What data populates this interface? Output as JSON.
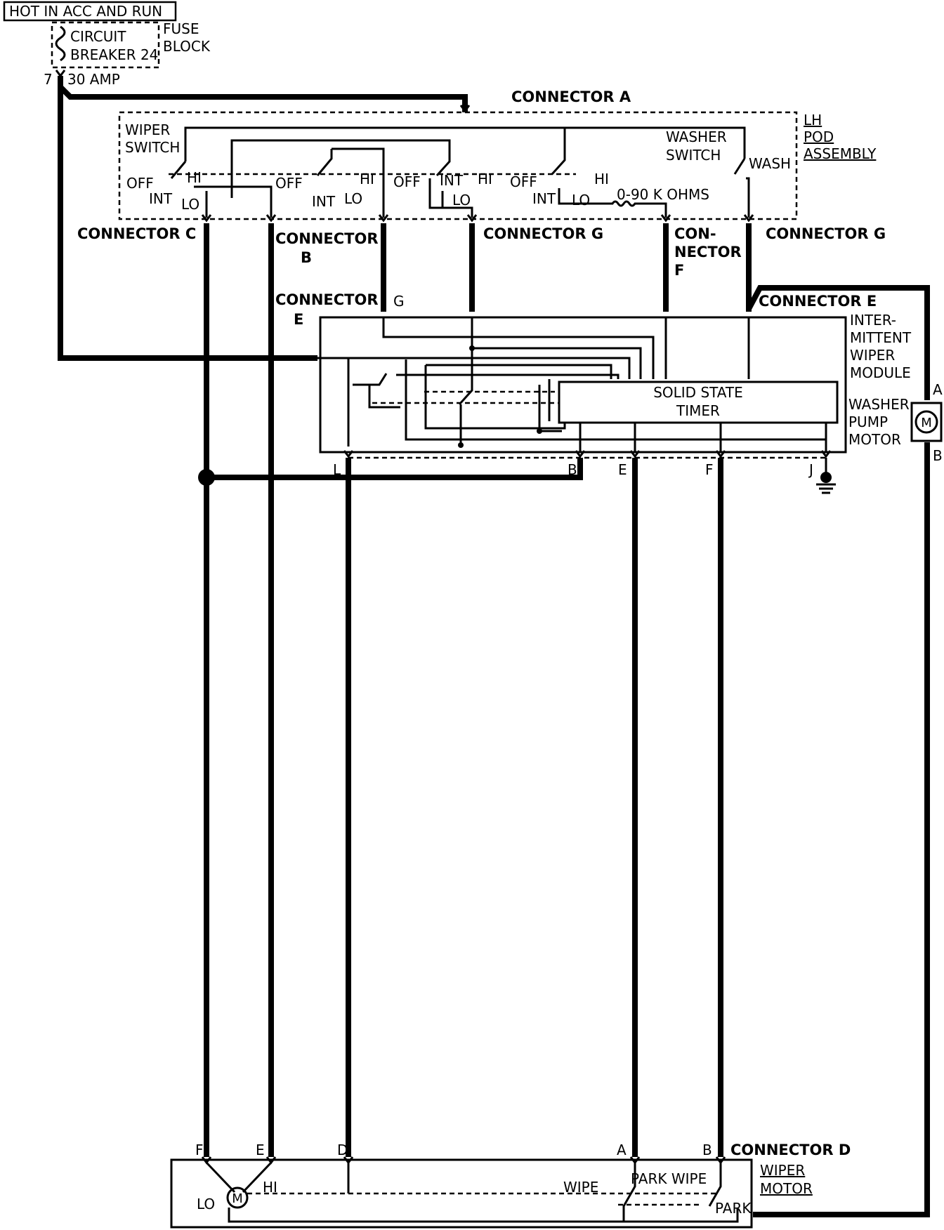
{
  "supply": {
    "hot_label": "HOT IN ACC AND RUN",
    "breaker_line1": "CIRCUIT",
    "breaker_line2": "BREAKER 24",
    "fuse_line1": "FUSE",
    "fuse_line2": "BLOCK",
    "pin": "7",
    "amp": "30 AMP"
  },
  "pod": {
    "connector_a": "CONNECTOR A",
    "title_line1": "LH",
    "title_line2": "POD",
    "title_line3": "ASSEMBLY",
    "wiper_switch_line1": "WIPER",
    "wiper_switch_line2": "SWITCH",
    "washer_switch_line1": "WASHER",
    "washer_switch_line2": "SWITCH",
    "wash": "WASH",
    "off": "OFF",
    "int": "INT",
    "hi": "HI",
    "lo": "LO",
    "resistor": "0-90 K OHMS"
  },
  "connectors": {
    "c": "CONNECTOR C",
    "b_line1": "CONNECTOR",
    "b_line2": "B",
    "g": "CONNECTOR G",
    "f_line1": "CON-",
    "f_line2": "NECTOR",
    "f_line3": "F",
    "g2": "CONNECTOR G",
    "e_left_line1": "CONNECTOR",
    "e_left_line2": "E",
    "e_right": "CONNECTOR E",
    "g_pin": "G"
  },
  "module": {
    "title_line1": "INTER-",
    "title_line2": "MITTENT",
    "title_line3": "WIPER",
    "title_line4": "MODULE",
    "timer_line1": "SOLID STATE",
    "timer_line2": "TIMER",
    "pins": [
      "L",
      "B",
      "E",
      "F",
      "J"
    ]
  },
  "washer_pump": {
    "line1": "WASHER",
    "line2": "PUMP",
    "line3": "MOTOR",
    "pin_a": "A",
    "pin_b": "B",
    "motor": "M"
  },
  "wiper_motor": {
    "connector_d": "CONNECTOR D",
    "title_line1": "WIPER",
    "title_line2": "MOTOR",
    "pins": [
      "F",
      "E",
      "D",
      "A",
      "B"
    ],
    "lo": "LO",
    "hi": "HI",
    "motor": "M",
    "wipe": "WIPE",
    "park_wipe": "PARK WIPE",
    "park": "PARK"
  }
}
